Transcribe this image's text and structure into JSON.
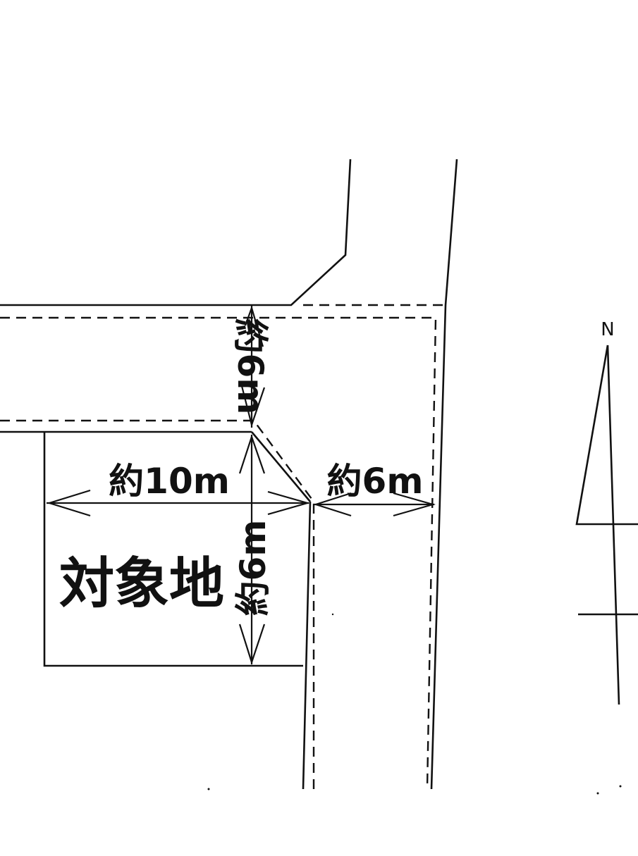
{
  "labels": {
    "width_north_road": "約6m",
    "site_width": "約10m",
    "width_east_road": "約6m",
    "site_depth": "約6m",
    "site_name": "対象地",
    "north_mark": "N"
  },
  "icons": {
    "north_arrow": "north-arrow-icon"
  },
  "colors": {
    "ink": "#111111",
    "background": "#ffffff"
  }
}
